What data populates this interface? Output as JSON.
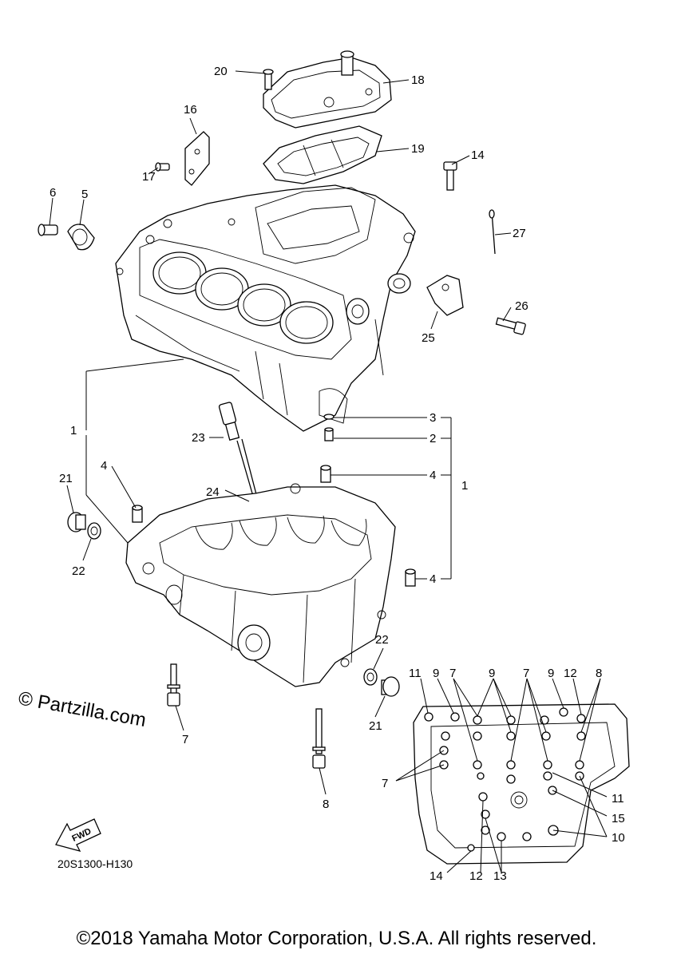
{
  "watermark": "© Partzilla.com",
  "diagram_code": "20S1300-H130",
  "fwd_label": "FWD",
  "copyright": "©2018 Yamaha Motor Corporation, U.S.A. All rights reserved.",
  "callouts": {
    "c20": "20",
    "c18": "18",
    "c16": "16",
    "c19": "19",
    "c14a": "14",
    "c17": "17",
    "c6": "6",
    "c5": "5",
    "c27": "27",
    "c26": "26",
    "c25": "25",
    "c3": "3",
    "c2": "2",
    "c1a": "1",
    "c23": "23",
    "c4a": "4",
    "c4b": "4",
    "c1b": "1",
    "c21a": "21",
    "c24": "24",
    "c22a": "22",
    "c4c": "4",
    "c22b": "22",
    "c21b": "21",
    "c7a": "7",
    "c8a": "8",
    "i11a": "11",
    "i9a": "9",
    "i7a": "7",
    "i9b": "9",
    "i7b": "7",
    "i9c": "9",
    "i12a": "12",
    "i8": "8",
    "i7c": "7",
    "i11b": "11",
    "i15": "15",
    "i10": "10",
    "i14": "14",
    "i12b": "12",
    "i13": "13"
  }
}
